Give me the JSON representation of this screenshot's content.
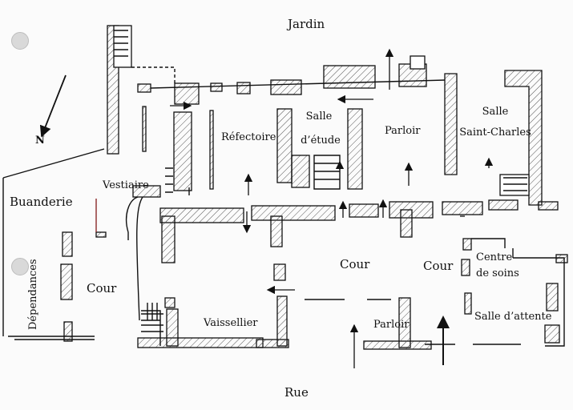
{
  "labels": {
    "jardin": "Jardin",
    "rue": "Rue",
    "refectoire": "Réfectoire",
    "salle_etude_1": "Salle",
    "salle_etude_2": "d’étude",
    "parloir_north": "Parloir",
    "salle_sc_1": "Salle",
    "salle_sc_2": "Saint-Charles",
    "vestiaire": "Vestiaire",
    "buanderie": "Buanderie",
    "dependances": "Dépendances",
    "cour_west": "Cour",
    "cour_center": "Cour",
    "cour_east": "Cour",
    "vaissellier": "Vaissellier",
    "parloir_south": "Parloir",
    "centre_soins_1": "Centre",
    "centre_soins_2": "de soins",
    "salle_attente": "Salle d’attente",
    "north_marker": "N"
  },
  "colors": {
    "line": "#111111",
    "hatch": "#555555"
  }
}
